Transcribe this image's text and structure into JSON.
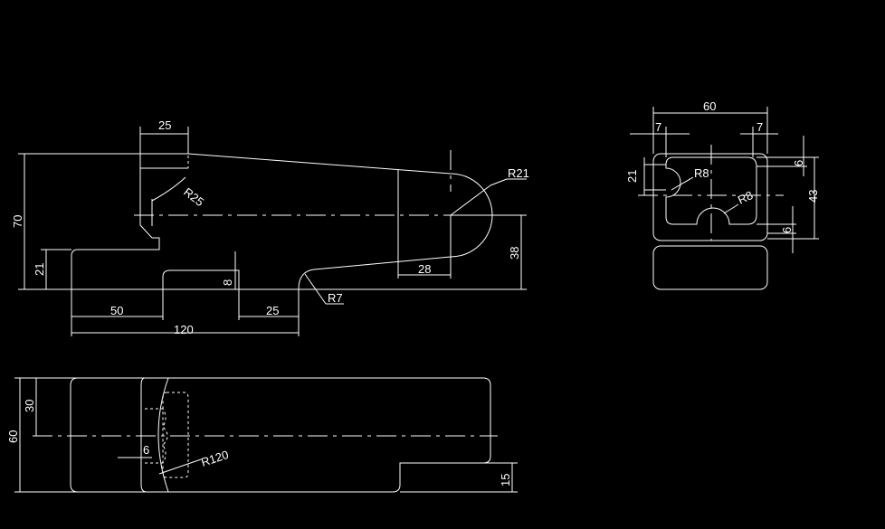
{
  "colors": {
    "background": "#000000",
    "line": "#ffffff"
  },
  "dimensions": {
    "front_top_width": "25",
    "front_height": "70",
    "front_left_step": "21",
    "front_offset_50": "50",
    "front_length_120": "120",
    "front_slot_depth": "8",
    "front_slot_25": "25",
    "front_right_height": "38",
    "front_boss_28": "28",
    "radius_r25": "R25",
    "radius_r21": "R21",
    "radius_r7": "R7",
    "side_width": "60",
    "side_wall_left": "7",
    "side_wall_right": "7",
    "side_21": "21",
    "side_top_6": "6",
    "side_bottom_6": "6",
    "side_43": "43",
    "radius_r8_a": "R8",
    "radius_r8_b": "R8",
    "top_60": "60",
    "top_30": "30",
    "top_6": "6",
    "top_15": "15",
    "radius_r120": "R120"
  }
}
